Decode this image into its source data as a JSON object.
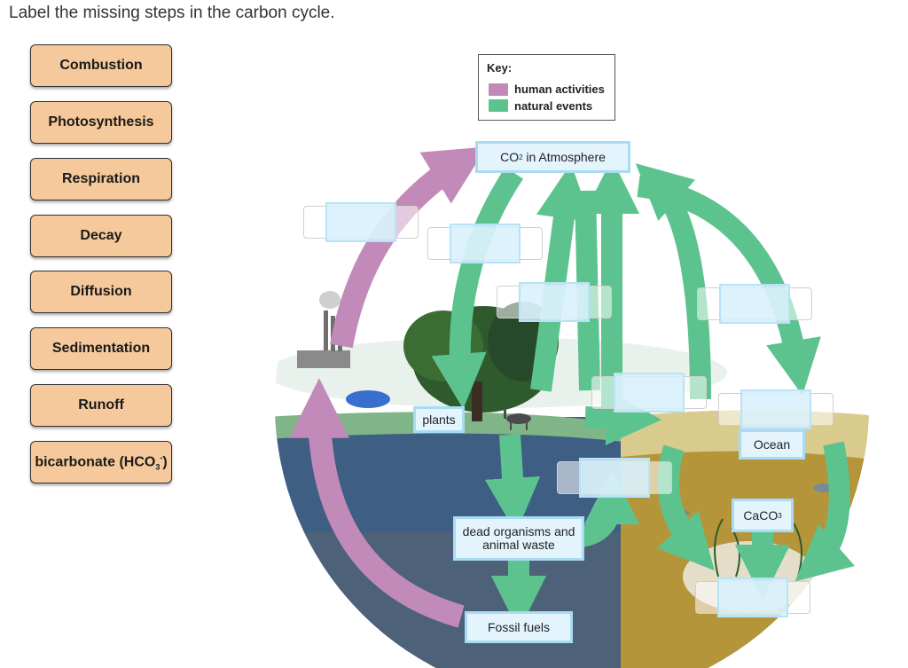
{
  "question": "Label the missing steps in the carbon cycle.",
  "chips": [
    "Combustion",
    "Photosynthesis",
    "Respiration",
    "Decay",
    "Diffusion",
    "Sedimentation",
    "Runoff"
  ],
  "bicarbonate": {
    "main": "bicarbonate (HCO",
    "sub": "3",
    "sup": "-",
    "end": ")"
  },
  "key": {
    "title": "Key:",
    "human": "human activities",
    "natural": "natural events"
  },
  "labels": {
    "atmosphere_pre": "CO",
    "atmosphere_sub": "2",
    "atmosphere_post": " in Atmosphere",
    "plants": "plants",
    "ocean": "Ocean",
    "caco3_pre": "CaCO",
    "caco3_sub": "3",
    "dead": "dead organisms and animal waste",
    "fossil": "Fossil fuels"
  },
  "colors": {
    "human": "#c28ab9",
    "natural": "#5cc38f",
    "chip": "#f5c99b"
  }
}
